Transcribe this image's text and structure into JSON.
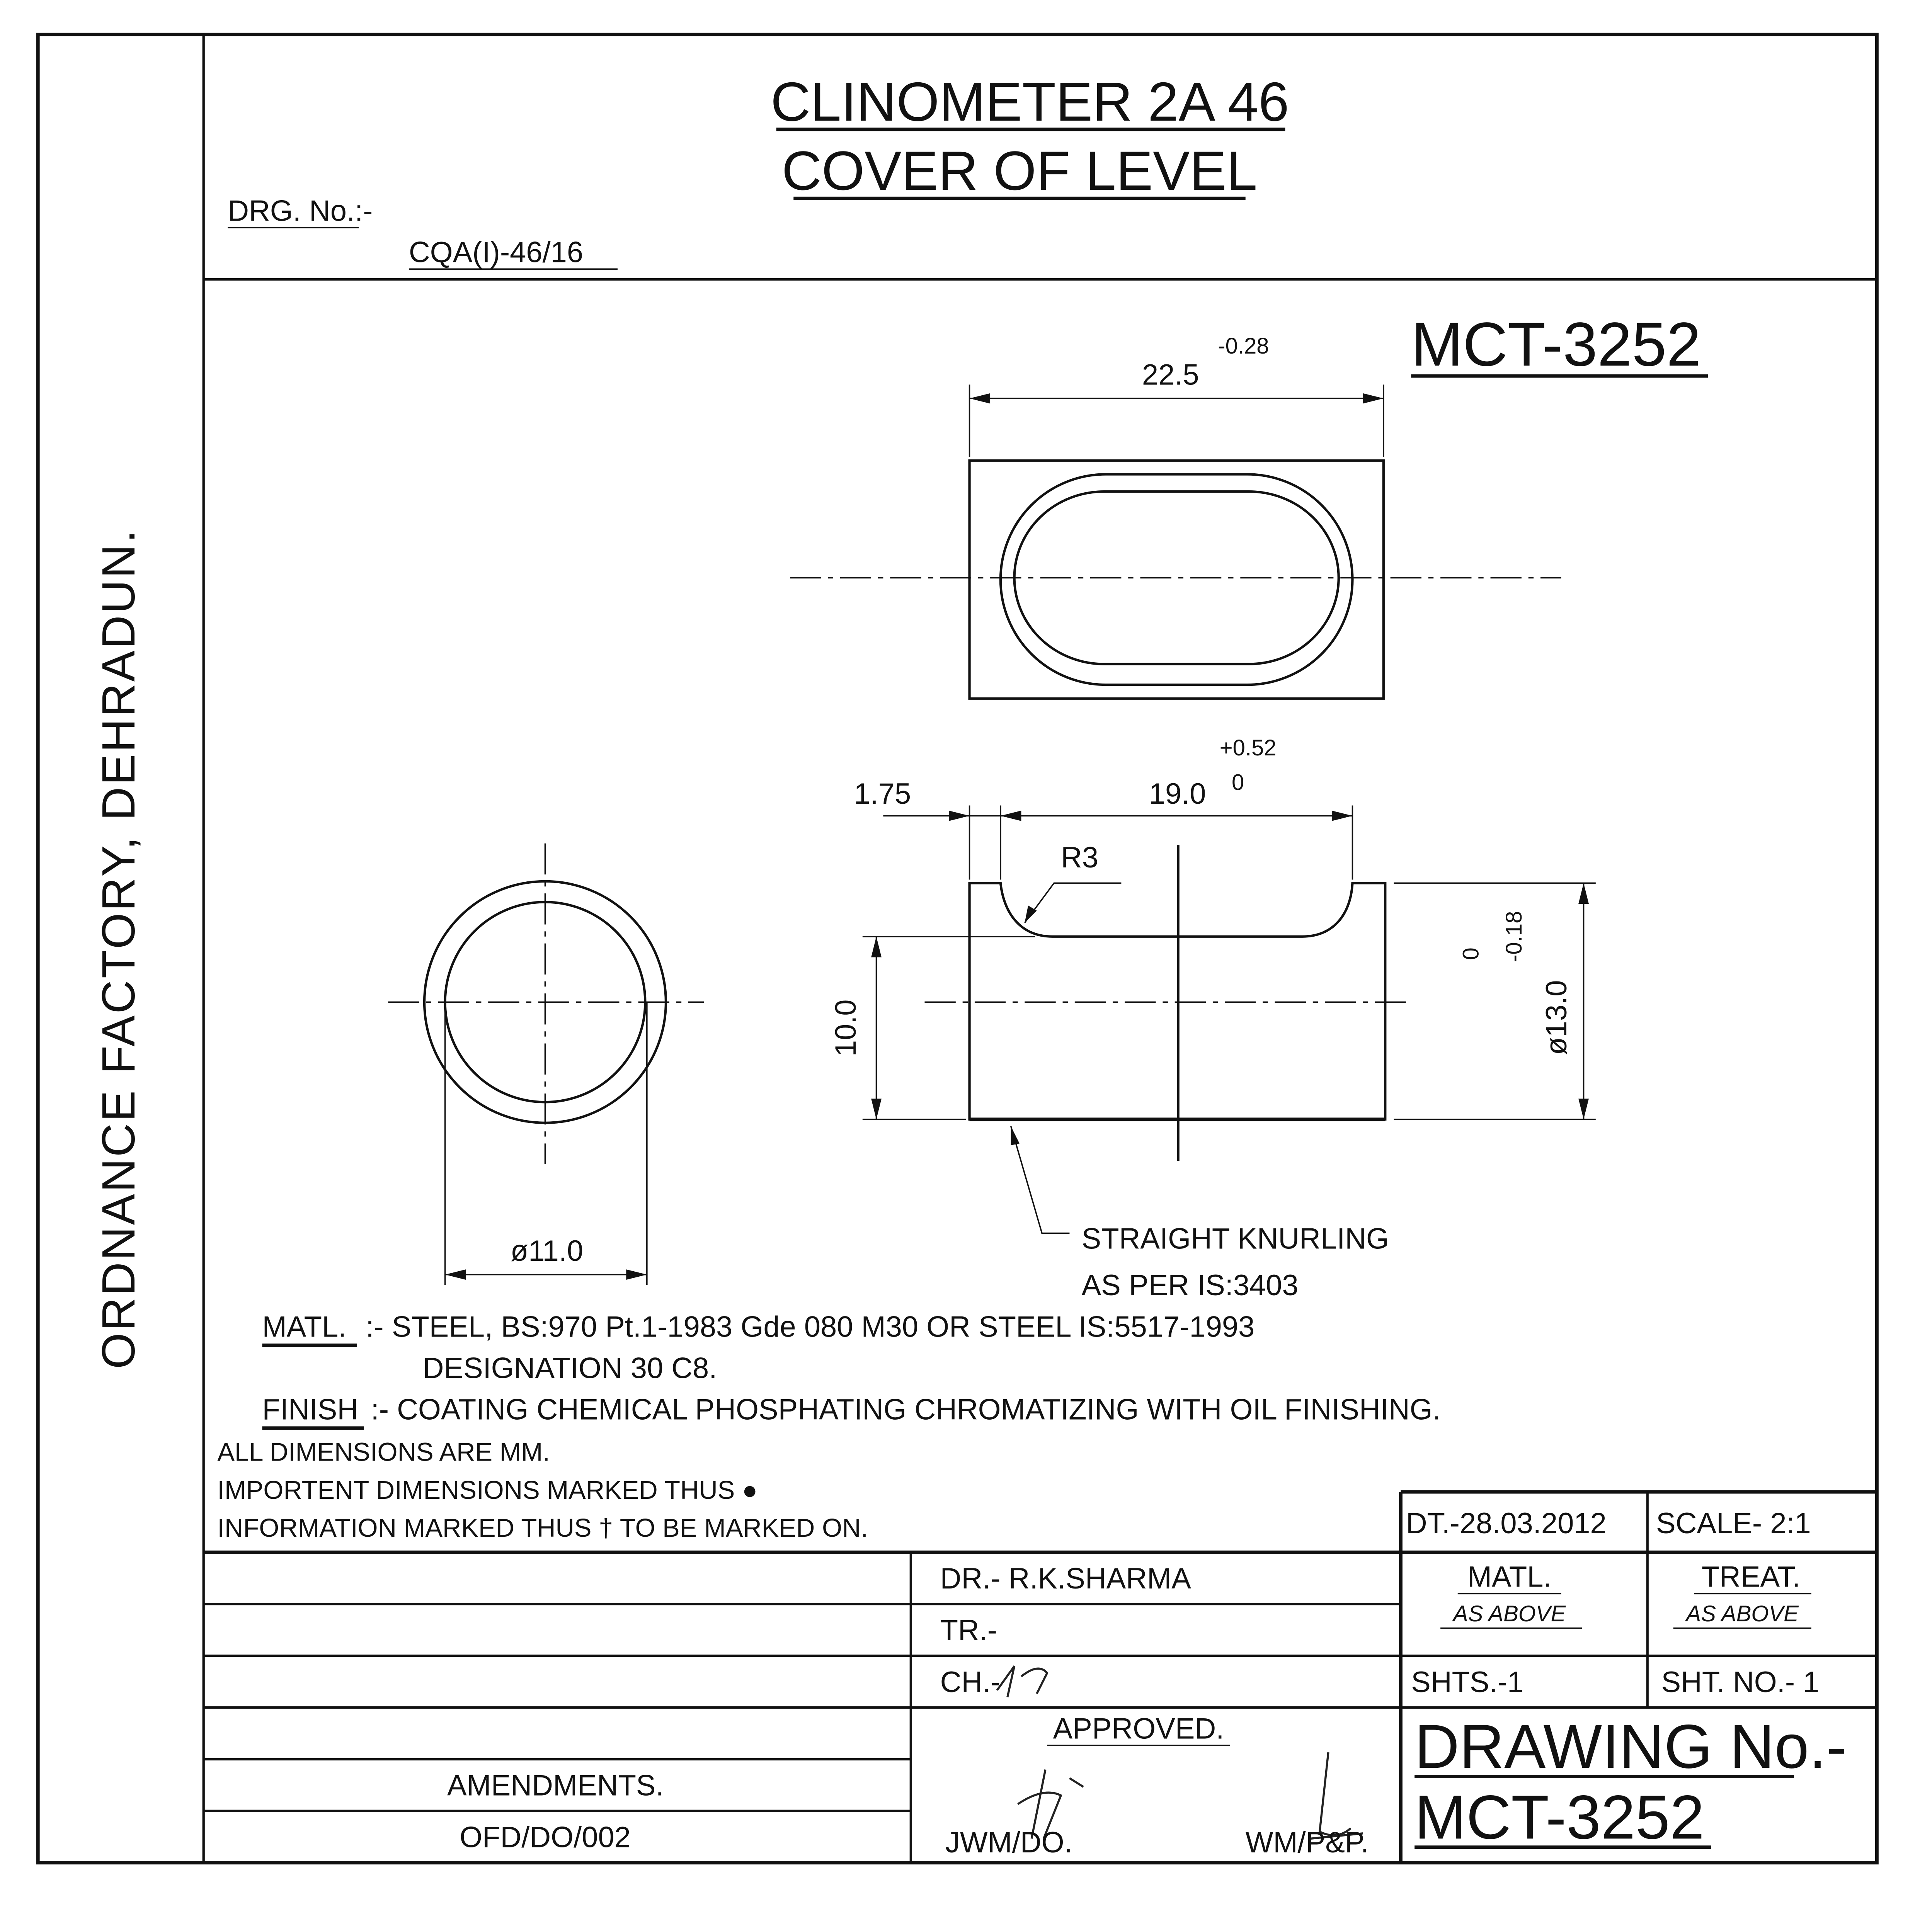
{
  "header": {
    "title_line1": "CLINOMETER 2A 46",
    "title_line2": "COVER OF LEVEL",
    "drg_no_label": "DRG. No.:-",
    "drg_no_value": "CQA(I)-46/16"
  },
  "side_label": "ORDNANCE FACTORY, DEHRADUN.",
  "part_number": "MCT-3252",
  "top_view": {
    "length_dim": "22.5",
    "length_tol": "-0.28"
  },
  "end_view": {
    "diameter_dim": "ø11.0"
  },
  "side_view": {
    "wall_dim": "1.75",
    "slot_dim": "19.0",
    "slot_tol_upper": "+0.52",
    "slot_tol_lower": "0",
    "radius": "R3",
    "height_dim": "10.0",
    "outer_dia_dim": "ø13.0",
    "outer_dia_tol_upper": "0",
    "outer_dia_tol_lower": "-0.18",
    "knurl_note_line1": "STRAIGHT KNURLING",
    "knurl_note_line2": "AS PER IS:3403"
  },
  "notes": {
    "matl_label": "MATL.",
    "matl_text": ":- STEEL, BS:970 Pt.1-1983 Gde 080 M30 OR STEEL IS:5517-1993",
    "matl_text2": "DESIGNATION 30 C8.",
    "finish_label": "FINISH",
    "finish_text": ":- COATING CHEMICAL PHOSPHATING CHROMATIZING WITH OIL FINISHING.",
    "general": [
      "ALL DIMENSIONS ARE MM.",
      "IMPORTENT DIMENSIONS MARKED THUS ●",
      "INFORMATION MARKED THUS † TO BE MARKED ON."
    ]
  },
  "title_block": {
    "date": "DT.-28.03.2012",
    "scale": "SCALE- 2:1",
    "drawn_by": "DR.-  R.K.SHARMA",
    "traced_by": "TR.-",
    "checked_by": "CH.-",
    "matl_label": "MATL.",
    "matl_value": "AS ABOVE",
    "treat_label": "TREAT.",
    "treat_value": "AS ABOVE",
    "sheets": "SHTS.-1",
    "sheet_no": "SHT. NO.- 1",
    "approved": "APPROVED.",
    "approver1": "JWM/DO.",
    "approver2": "WM/P&P.",
    "drawing_no_label": "DRAWING No.-",
    "drawing_no_value": "MCT-3252",
    "amendments": "AMENDMENTS.",
    "form_no": "OFD/DO/002"
  }
}
